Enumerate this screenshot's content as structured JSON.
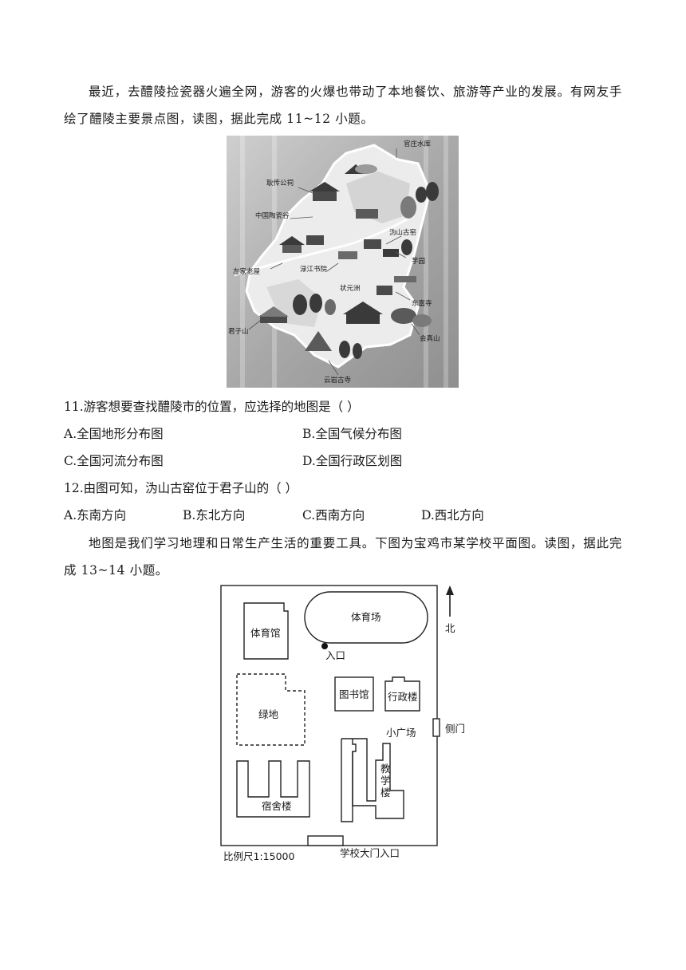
{
  "intro1": "最近，去醴陵捡瓷器火遍全网，游客的火爆也带动了本地餐饮、旅游等产业的发展。有网友手绘了醴陵主要景点图，读图，据此完成 11~12 小题。",
  "map1": {
    "labels": {
      "guanzhuang": "官庄水库",
      "geng": "耿传公祠",
      "taoci": "中国陶瓷谷",
      "guishan": "沩山古窑",
      "yuyuan": "芋园",
      "zuojia": "左家老屋",
      "lujiang": "渌江书院",
      "zhuangyuan": "状元洲",
      "dongfu": "东富寺",
      "junzi": "君子山",
      "huizhen": "会真山",
      "yunyan": "云岩古寺"
    }
  },
  "q11": {
    "stem": "11.游客想要查找醴陵市的位置，应选择的地图是（    ）",
    "a": "A.全国地形分布图",
    "b": "B.全国气候分布图",
    "c": "C.全国河流分布图",
    "d": "D.全国行政区划图"
  },
  "q12": {
    "stem": "12.由图可知，沩山古窑位于君子山的（    ）",
    "a": "A.东南方向",
    "b": "B.东北方向",
    "c": "C.西南方向",
    "d": "D.西北方向"
  },
  "intro2": "地图是我们学习地理和日常生产生活的重要工具。下图为宝鸡市某学校平面图。读图，据此完成 13~14 小题。",
  "map2": {
    "stadium": "体育场",
    "gym": "体育馆",
    "entrance": "入口",
    "north": "北",
    "library": "图书馆",
    "admin": "行政楼",
    "green": "绿地",
    "plaza": "小广场",
    "side_gate": "侧门",
    "teach1": "教",
    "teach2": "学",
    "teach3": "楼",
    "dorm": "宿舍楼",
    "scale": "比例尺1:15000",
    "main_gate": "学校大门入口"
  }
}
